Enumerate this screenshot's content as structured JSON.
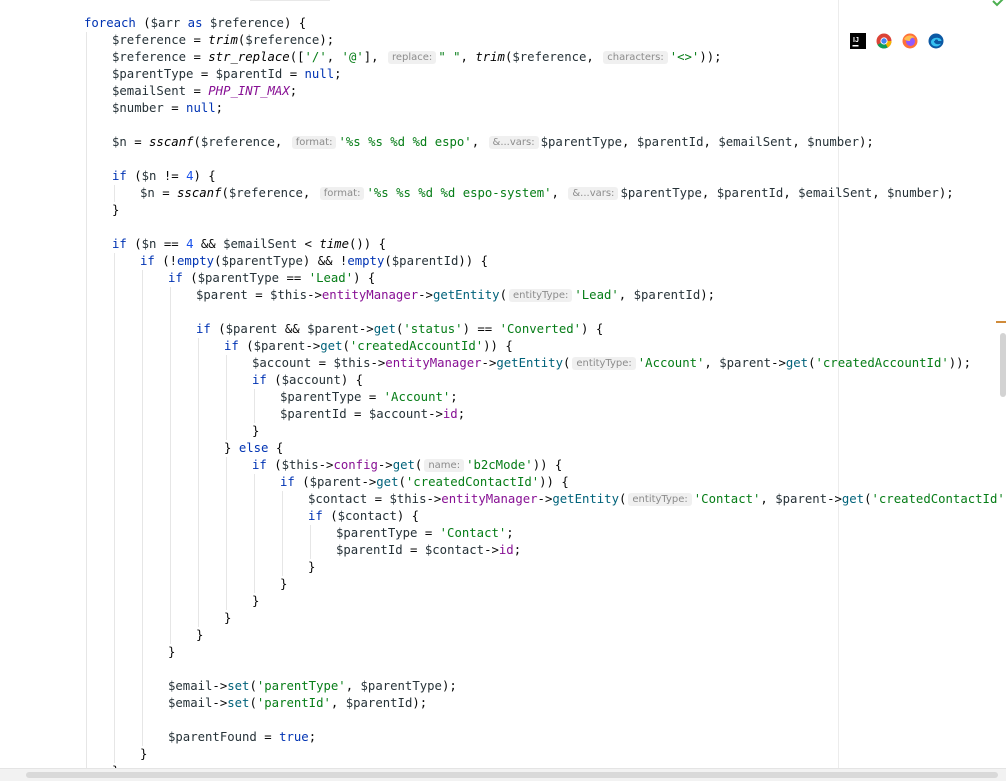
{
  "browsers": {
    "items": [
      {
        "name": "intellij-icon",
        "label": "IJ"
      },
      {
        "name": "chrome-icon"
      },
      {
        "name": "firefox-icon"
      },
      {
        "name": "edge-icon"
      }
    ]
  },
  "lines": [
    {
      "indent": 0,
      "tokens": [
        [
          "kw",
          "foreach"
        ],
        [
          "p",
          " ("
        ],
        [
          "v",
          "$arr"
        ],
        [
          "p",
          " "
        ],
        [
          "kw",
          "as"
        ],
        [
          "p",
          " "
        ],
        [
          "v",
          "$reference"
        ],
        [
          "p",
          ") {"
        ]
      ]
    },
    {
      "indent": 1,
      "tokens": [
        [
          "v",
          "$reference"
        ],
        [
          "p",
          " = "
        ],
        [
          "fn",
          "trim"
        ],
        [
          "p",
          "("
        ],
        [
          "v",
          "$reference"
        ],
        [
          "p",
          ");"
        ]
      ]
    },
    {
      "indent": 1,
      "tokens": [
        [
          "v",
          "$reference"
        ],
        [
          "p",
          " = "
        ],
        [
          "fn",
          "str_replace"
        ],
        [
          "p",
          "(["
        ],
        [
          "s",
          "'/'"
        ],
        [
          "p",
          ", "
        ],
        [
          "s",
          "'@'"
        ],
        [
          "p",
          "], "
        ],
        [
          "h",
          "replace:"
        ],
        [
          "s",
          "\" \""
        ],
        [
          "p",
          ", "
        ],
        [
          "fn",
          "trim"
        ],
        [
          "p",
          "("
        ],
        [
          "v",
          "$reference"
        ],
        [
          "p",
          ", "
        ],
        [
          "h",
          "characters:"
        ],
        [
          "s",
          "'<>'"
        ],
        [
          "p",
          "));"
        ]
      ]
    },
    {
      "indent": 1,
      "tokens": [
        [
          "v",
          "$parentType"
        ],
        [
          "p",
          " = "
        ],
        [
          "v",
          "$parentId"
        ],
        [
          "p",
          " = "
        ],
        [
          "kw",
          "null"
        ],
        [
          "p",
          ";"
        ]
      ]
    },
    {
      "indent": 1,
      "tokens": [
        [
          "v",
          "$emailSent"
        ],
        [
          "p",
          " = "
        ],
        [
          "c",
          "PHP_INT_MAX"
        ],
        [
          "p",
          ";"
        ]
      ]
    },
    {
      "indent": 1,
      "tokens": [
        [
          "v",
          "$number"
        ],
        [
          "p",
          " = "
        ],
        [
          "kw",
          "null"
        ],
        [
          "p",
          ";"
        ]
      ]
    },
    {
      "indent": 0,
      "tokens": []
    },
    {
      "indent": 1,
      "tokens": [
        [
          "v",
          "$n"
        ],
        [
          "p",
          " = "
        ],
        [
          "fn",
          "sscanf"
        ],
        [
          "p",
          "("
        ],
        [
          "v",
          "$reference"
        ],
        [
          "p",
          ", "
        ],
        [
          "h",
          "format:"
        ],
        [
          "s",
          "'%s %s %d %d espo'"
        ],
        [
          "p",
          ", "
        ],
        [
          "h",
          "&...vars:"
        ],
        [
          "v",
          "$parentType"
        ],
        [
          "p",
          ", "
        ],
        [
          "v",
          "$parentId"
        ],
        [
          "p",
          ", "
        ],
        [
          "v",
          "$emailSent"
        ],
        [
          "p",
          ", "
        ],
        [
          "v",
          "$number"
        ],
        [
          "p",
          ");"
        ]
      ]
    },
    {
      "indent": 0,
      "tokens": []
    },
    {
      "indent": 1,
      "tokens": [
        [
          "kw",
          "if"
        ],
        [
          "p",
          " ("
        ],
        [
          "v",
          "$n"
        ],
        [
          "p",
          " != "
        ],
        [
          "n",
          "4"
        ],
        [
          "p",
          ") {"
        ]
      ]
    },
    {
      "indent": 2,
      "tokens": [
        [
          "v",
          "$n"
        ],
        [
          "p",
          " = "
        ],
        [
          "fn",
          "sscanf"
        ],
        [
          "p",
          "("
        ],
        [
          "v",
          "$reference"
        ],
        [
          "p",
          ", "
        ],
        [
          "h",
          "format:"
        ],
        [
          "s",
          "'%s %s %d %d espo-system'"
        ],
        [
          "p",
          ", "
        ],
        [
          "h",
          "&...vars:"
        ],
        [
          "v",
          "$parentType"
        ],
        [
          "p",
          ", "
        ],
        [
          "v",
          "$parentId"
        ],
        [
          "p",
          ", "
        ],
        [
          "v",
          "$emailSent"
        ],
        [
          "p",
          ", "
        ],
        [
          "v",
          "$number"
        ],
        [
          "p",
          ");"
        ]
      ]
    },
    {
      "indent": 1,
      "tokens": [
        [
          "p",
          "}"
        ]
      ]
    },
    {
      "indent": 0,
      "tokens": []
    },
    {
      "indent": 1,
      "tokens": [
        [
          "kw",
          "if"
        ],
        [
          "p",
          " ("
        ],
        [
          "v",
          "$n"
        ],
        [
          "p",
          " == "
        ],
        [
          "n",
          "4"
        ],
        [
          "p",
          " && "
        ],
        [
          "v",
          "$emailSent"
        ],
        [
          "p",
          " < "
        ],
        [
          "fn",
          "time"
        ],
        [
          "p",
          "()) {"
        ]
      ]
    },
    {
      "indent": 2,
      "tokens": [
        [
          "kw",
          "if"
        ],
        [
          "p",
          " (!"
        ],
        [
          "kw",
          "empty"
        ],
        [
          "p",
          "("
        ],
        [
          "v",
          "$parentType"
        ],
        [
          "p",
          ") && !"
        ],
        [
          "kw",
          "empty"
        ],
        [
          "p",
          "("
        ],
        [
          "v",
          "$parentId"
        ],
        [
          "p",
          ")) {"
        ]
      ]
    },
    {
      "indent": 3,
      "tokens": [
        [
          "kw",
          "if"
        ],
        [
          "p",
          " ("
        ],
        [
          "v",
          "$parentType"
        ],
        [
          "p",
          " == "
        ],
        [
          "s",
          "'Lead'"
        ],
        [
          "p",
          ") {"
        ]
      ]
    },
    {
      "indent": 4,
      "tokens": [
        [
          "v",
          "$parent"
        ],
        [
          "p",
          " = "
        ],
        [
          "v",
          "$this"
        ],
        [
          "p",
          "->"
        ],
        [
          "pr",
          "entityManager"
        ],
        [
          "p",
          "->"
        ],
        [
          "m",
          "getEntity"
        ],
        [
          "p",
          "("
        ],
        [
          "h",
          "entityType:"
        ],
        [
          "s",
          "'Lead'"
        ],
        [
          "p",
          ", "
        ],
        [
          "v",
          "$parentId"
        ],
        [
          "p",
          ");"
        ]
      ]
    },
    {
      "indent": 0,
      "tokens": []
    },
    {
      "indent": 4,
      "tokens": [
        [
          "kw",
          "if"
        ],
        [
          "p",
          " ("
        ],
        [
          "v",
          "$parent"
        ],
        [
          "p",
          " && "
        ],
        [
          "v",
          "$parent"
        ],
        [
          "p",
          "->"
        ],
        [
          "m",
          "get"
        ],
        [
          "p",
          "("
        ],
        [
          "s",
          "'status'"
        ],
        [
          "p",
          ") == "
        ],
        [
          "s",
          "'Converted'"
        ],
        [
          "p",
          ") {"
        ]
      ]
    },
    {
      "indent": 5,
      "tokens": [
        [
          "kw",
          "if"
        ],
        [
          "p",
          " ("
        ],
        [
          "v",
          "$parent"
        ],
        [
          "p",
          "->"
        ],
        [
          "m",
          "get"
        ],
        [
          "p",
          "("
        ],
        [
          "s",
          "'createdAccountId'"
        ],
        [
          "p",
          ")) {"
        ]
      ]
    },
    {
      "indent": 6,
      "tokens": [
        [
          "v",
          "$account"
        ],
        [
          "p",
          " = "
        ],
        [
          "v",
          "$this"
        ],
        [
          "p",
          "->"
        ],
        [
          "pr",
          "entityManager"
        ],
        [
          "p",
          "->"
        ],
        [
          "m",
          "getEntity"
        ],
        [
          "p",
          "("
        ],
        [
          "h",
          "entityType:"
        ],
        [
          "s",
          "'Account'"
        ],
        [
          "p",
          ", "
        ],
        [
          "v",
          "$parent"
        ],
        [
          "p",
          "->"
        ],
        [
          "m",
          "get"
        ],
        [
          "p",
          "("
        ],
        [
          "s",
          "'createdAccountId'"
        ],
        [
          "p",
          "));"
        ]
      ]
    },
    {
      "indent": 6,
      "tokens": [
        [
          "kw",
          "if"
        ],
        [
          "p",
          " ("
        ],
        [
          "v",
          "$account"
        ],
        [
          "p",
          ") {"
        ]
      ]
    },
    {
      "indent": 7,
      "tokens": [
        [
          "v",
          "$parentType"
        ],
        [
          "p",
          " = "
        ],
        [
          "s",
          "'Account'"
        ],
        [
          "p",
          ";"
        ]
      ]
    },
    {
      "indent": 7,
      "tokens": [
        [
          "v",
          "$parentId"
        ],
        [
          "p",
          " = "
        ],
        [
          "v",
          "$account"
        ],
        [
          "p",
          "->"
        ],
        [
          "pr",
          "id"
        ],
        [
          "p",
          ";"
        ]
      ]
    },
    {
      "indent": 6,
      "tokens": [
        [
          "p",
          "}"
        ]
      ]
    },
    {
      "indent": 5,
      "tokens": [
        [
          "p",
          "} "
        ],
        [
          "kw",
          "else"
        ],
        [
          "p",
          " {"
        ]
      ]
    },
    {
      "indent": 6,
      "tokens": [
        [
          "kw",
          "if"
        ],
        [
          "p",
          " ("
        ],
        [
          "v",
          "$this"
        ],
        [
          "p",
          "->"
        ],
        [
          "pr",
          "config"
        ],
        [
          "p",
          "->"
        ],
        [
          "m",
          "get"
        ],
        [
          "p",
          "("
        ],
        [
          "h",
          "name:"
        ],
        [
          "s",
          "'b2cMode'"
        ],
        [
          "p",
          ")) {"
        ]
      ]
    },
    {
      "indent": 7,
      "tokens": [
        [
          "kw",
          "if"
        ],
        [
          "p",
          " ("
        ],
        [
          "v",
          "$parent"
        ],
        [
          "p",
          "->"
        ],
        [
          "m",
          "get"
        ],
        [
          "p",
          "("
        ],
        [
          "s",
          "'createdContactId'"
        ],
        [
          "p",
          ")) {"
        ]
      ]
    },
    {
      "indent": 8,
      "tokens": [
        [
          "v",
          "$contact"
        ],
        [
          "p",
          " = "
        ],
        [
          "v",
          "$this"
        ],
        [
          "p",
          "->"
        ],
        [
          "pr",
          "entityManager"
        ],
        [
          "p",
          "->"
        ],
        [
          "m",
          "getEntity"
        ],
        [
          "p",
          "("
        ],
        [
          "h",
          "entityType:"
        ],
        [
          "s",
          "'Contact'"
        ],
        [
          "p",
          ", "
        ],
        [
          "v",
          "$parent"
        ],
        [
          "p",
          "->"
        ],
        [
          "m",
          "get"
        ],
        [
          "p",
          "("
        ],
        [
          "s",
          "'createdContactId'"
        ],
        [
          "p",
          "));"
        ]
      ]
    },
    {
      "indent": 8,
      "tokens": [
        [
          "kw",
          "if"
        ],
        [
          "p",
          " ("
        ],
        [
          "v",
          "$contact"
        ],
        [
          "p",
          ") {"
        ]
      ]
    },
    {
      "indent": 9,
      "tokens": [
        [
          "v",
          "$parentType"
        ],
        [
          "p",
          " = "
        ],
        [
          "s",
          "'Contact'"
        ],
        [
          "p",
          ";"
        ]
      ]
    },
    {
      "indent": 9,
      "tokens": [
        [
          "v",
          "$parentId"
        ],
        [
          "p",
          " = "
        ],
        [
          "v",
          "$contact"
        ],
        [
          "p",
          "->"
        ],
        [
          "pr",
          "id"
        ],
        [
          "p",
          ";"
        ]
      ]
    },
    {
      "indent": 8,
      "tokens": [
        [
          "p",
          "}"
        ]
      ]
    },
    {
      "indent": 7,
      "tokens": [
        [
          "p",
          "}"
        ]
      ]
    },
    {
      "indent": 6,
      "tokens": [
        [
          "p",
          "}"
        ]
      ]
    },
    {
      "indent": 5,
      "tokens": [
        [
          "p",
          "}"
        ]
      ]
    },
    {
      "indent": 4,
      "tokens": [
        [
          "p",
          "}"
        ]
      ]
    },
    {
      "indent": 3,
      "tokens": [
        [
          "p",
          "}"
        ]
      ]
    },
    {
      "indent": 0,
      "tokens": []
    },
    {
      "indent": 3,
      "tokens": [
        [
          "v",
          "$email"
        ],
        [
          "p",
          "->"
        ],
        [
          "m",
          "set"
        ],
        [
          "p",
          "("
        ],
        [
          "s",
          "'parentType'"
        ],
        [
          "p",
          ", "
        ],
        [
          "v",
          "$parentType"
        ],
        [
          "p",
          ");"
        ]
      ]
    },
    {
      "indent": 3,
      "tokens": [
        [
          "v",
          "$email"
        ],
        [
          "p",
          "->"
        ],
        [
          "m",
          "set"
        ],
        [
          "p",
          "("
        ],
        [
          "s",
          "'parentId'"
        ],
        [
          "p",
          ", "
        ],
        [
          "v",
          "$parentId"
        ],
        [
          "p",
          ");"
        ]
      ]
    },
    {
      "indent": 0,
      "tokens": []
    },
    {
      "indent": 3,
      "tokens": [
        [
          "v",
          "$parentFound"
        ],
        [
          "p",
          " = "
        ],
        [
          "kw",
          "true"
        ],
        [
          "p",
          ";"
        ]
      ]
    },
    {
      "indent": 2,
      "tokens": [
        [
          "p",
          "}"
        ]
      ]
    },
    {
      "indent": 1,
      "tokens": [
        [
          "p",
          "}"
        ]
      ]
    }
  ]
}
